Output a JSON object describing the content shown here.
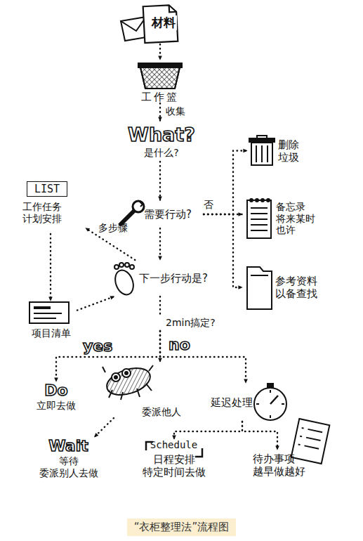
{
  "diagram": {
    "caption": "“衣柜整理法”流程图",
    "nodes": [
      {
        "text": [
          "材料"
        ]
      },
      {
        "text": [
          "工作篮"
        ]
      },
      {
        "text": [
          "What?",
          "是什么?"
        ]
      },
      {
        "text": [
          "需要行动?"
        ]
      },
      {
        "text": [
          "删除 垃圾"
        ]
      },
      {
        "text": [
          "备忘录 将来某时 也许"
        ]
      },
      {
        "text": [
          "LIST",
          "工作任务 计划安排"
        ]
      },
      {
        "text": [
          "下一步行动是?"
        ]
      },
      {
        "text": [
          "参考资料 以备查找"
        ]
      },
      {
        "text": [
          "项目清单"
        ]
      },
      {
        "text": [
          "2min搞定?"
        ]
      },
      {
        "text": [
          "Do",
          "立即去做"
        ]
      },
      {
        "text": [
          "委派他人"
        ]
      },
      {
        "text": [
          "延迟处理"
        ]
      },
      {
        "text": [
          "Wait",
          "等待 委派别人去做"
        ]
      },
      {
        "text": [
          "Schedule",
          "日程安排 特定时间去做"
        ]
      },
      {
        "text": [
          "待办事项 越早做越好"
        ]
      }
    ],
    "edges": [
      {
        "from": 0,
        "to": 1,
        "arrow": "to"
      },
      {
        "from": 1,
        "to": 2,
        "label": "收集",
        "arrow": "to"
      },
      {
        "from": 2,
        "to": 3,
        "arrow": "to"
      },
      {
        "from": 3,
        "to": 4,
        "arrow": "to"
      },
      {
        "from": 3,
        "to": 5,
        "label": "否",
        "arrow": "to"
      },
      {
        "from": 3,
        "to": 8,
        "arrow": "to"
      },
      {
        "from": 3,
        "to": 7,
        "arrow": "to"
      },
      {
        "from": 7,
        "to": 6,
        "label": "多步骤",
        "arrow": "to"
      },
      {
        "from": 6,
        "to": 9,
        "arrow": "to"
      },
      {
        "from": 9,
        "to": 7,
        "arrow": "to"
      },
      {
        "from": 7,
        "to": 10,
        "arrow": "none"
      },
      {
        "from": 10,
        "to": 11,
        "label": "yes",
        "arrow": "to"
      },
      {
        "from": 10,
        "to": 12,
        "label": "no",
        "arrow": "to"
      },
      {
        "from": 10,
        "to": 13,
        "arrow": "to"
      },
      {
        "from": 12,
        "to": 14,
        "arrow": "to"
      },
      {
        "from": 13,
        "to": 15,
        "arrow": "to"
      },
      {
        "from": 13,
        "to": 16,
        "arrow": "to"
      }
    ]
  }
}
